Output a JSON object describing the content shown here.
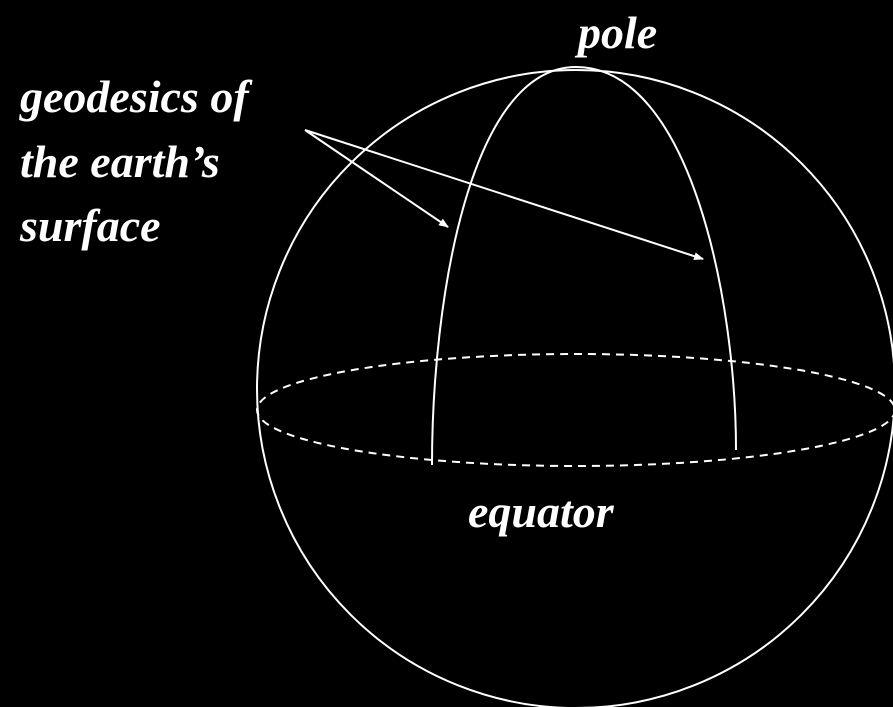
{
  "labels": {
    "pole": "pole",
    "geodesics_line1": "geodesics of",
    "geodesics_line2": "the earth’s",
    "geodesics_line3": "surface",
    "equator": "equator"
  },
  "colors": {
    "background": "#000000",
    "foreground": "#ffffff"
  }
}
